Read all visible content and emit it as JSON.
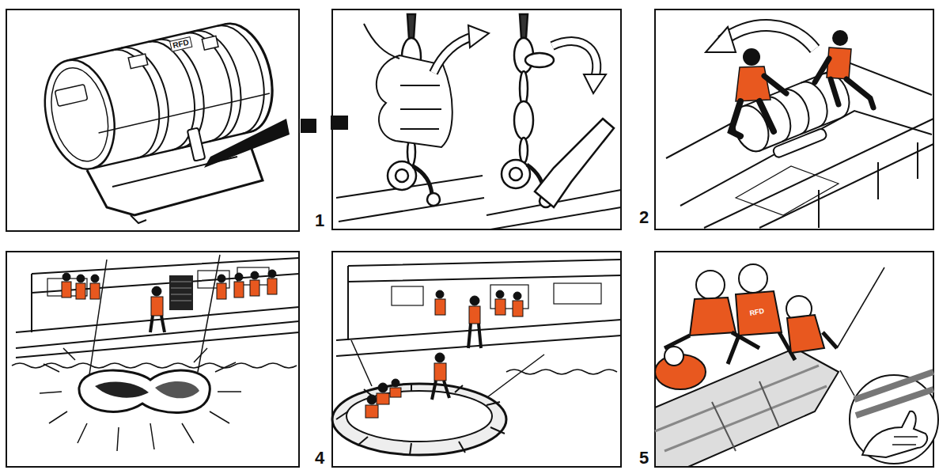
{
  "diagram": {
    "labels": [
      "RFD",
      "1",
      "2",
      "4",
      "5",
      "RFD"
    ]
  }
}
